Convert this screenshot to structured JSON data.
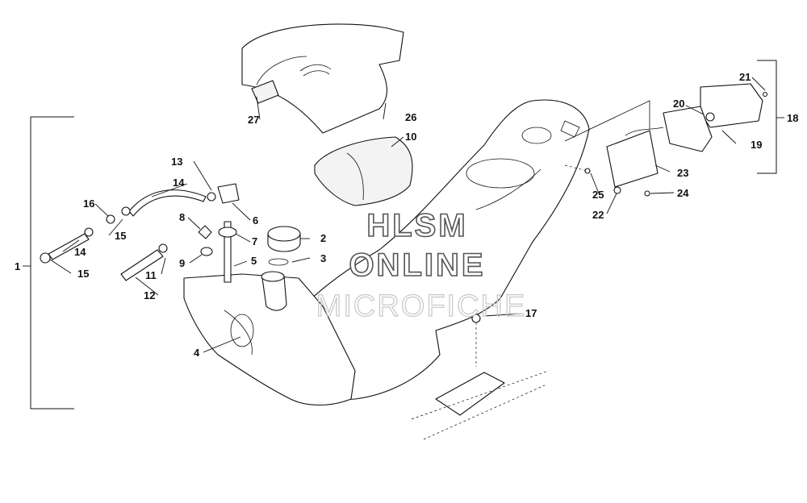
{
  "watermark": {
    "line1": "HLSM",
    "line2": "ONLINE",
    "line3": "MICROFICHE"
  },
  "callouts": [
    "1",
    "2",
    "3",
    "4",
    "5",
    "6",
    "7",
    "8",
    "9",
    "10",
    "11",
    "12",
    "13",
    "14",
    "14",
    "15",
    "15",
    "16",
    "17",
    "18",
    "19",
    "20",
    "21",
    "22",
    "23",
    "24",
    "25",
    "26",
    "27"
  ],
  "colors": {
    "line": "#111111",
    "background": "#ffffff",
    "watermark_outline": "#555555"
  }
}
